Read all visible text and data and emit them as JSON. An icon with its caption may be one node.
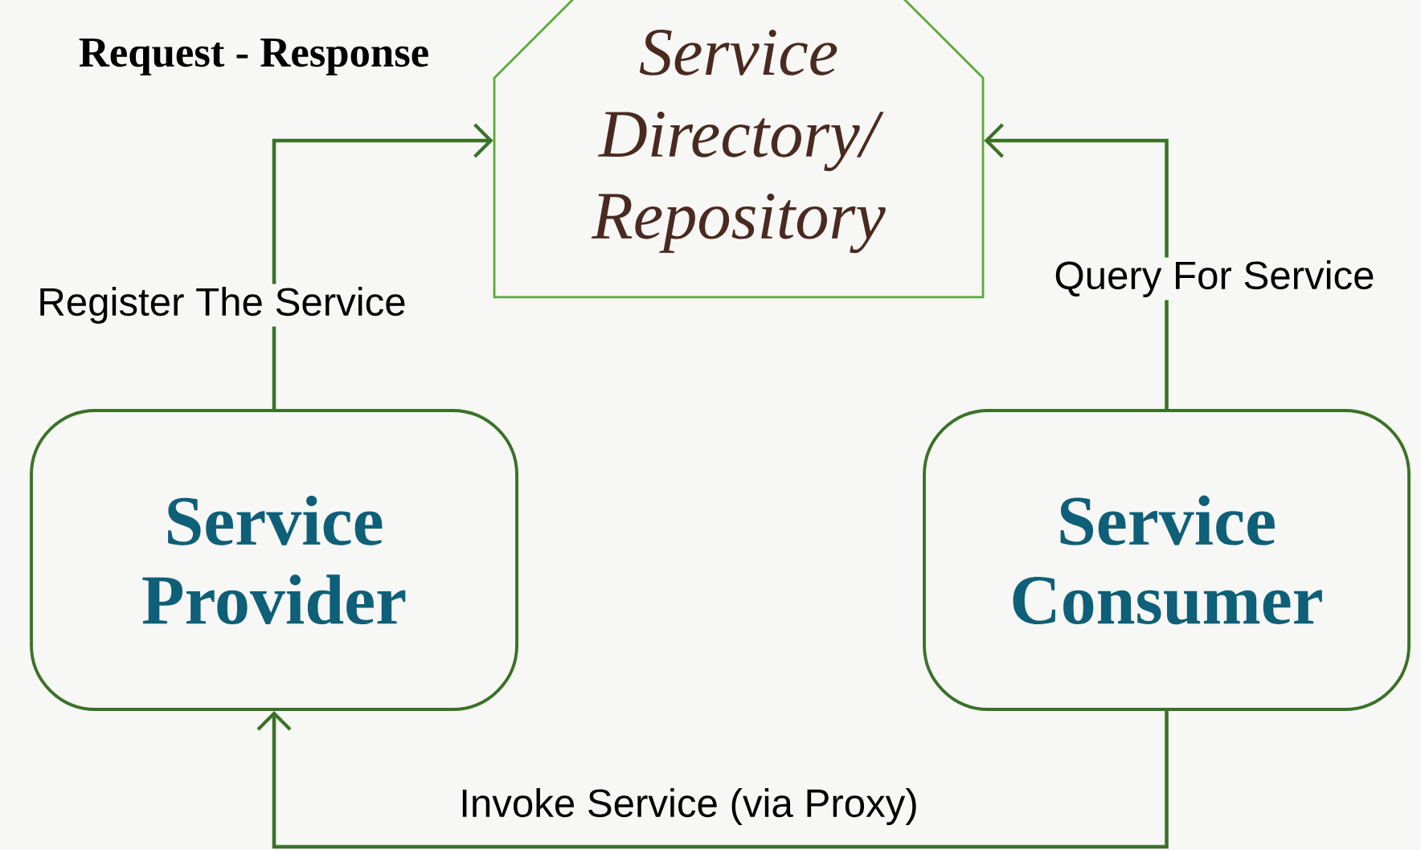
{
  "diagram": {
    "title": "Request - Response",
    "nodes": [
      {
        "text": [
          "Service Directory/ Repository"
        ]
      },
      {
        "text": [
          "Service Provider"
        ]
      },
      {
        "text": [
          "Service Consumer"
        ]
      }
    ],
    "edges": [
      {
        "from": 1,
        "to": 0,
        "arrow": "to",
        "label": "Register The Service"
      },
      {
        "from": 2,
        "to": 0,
        "arrow": "to",
        "label": "Query For Service"
      },
      {
        "from": 2,
        "to": 1,
        "arrow": "to",
        "label": "Invoke Service (via Proxy)"
      }
    ]
  }
}
